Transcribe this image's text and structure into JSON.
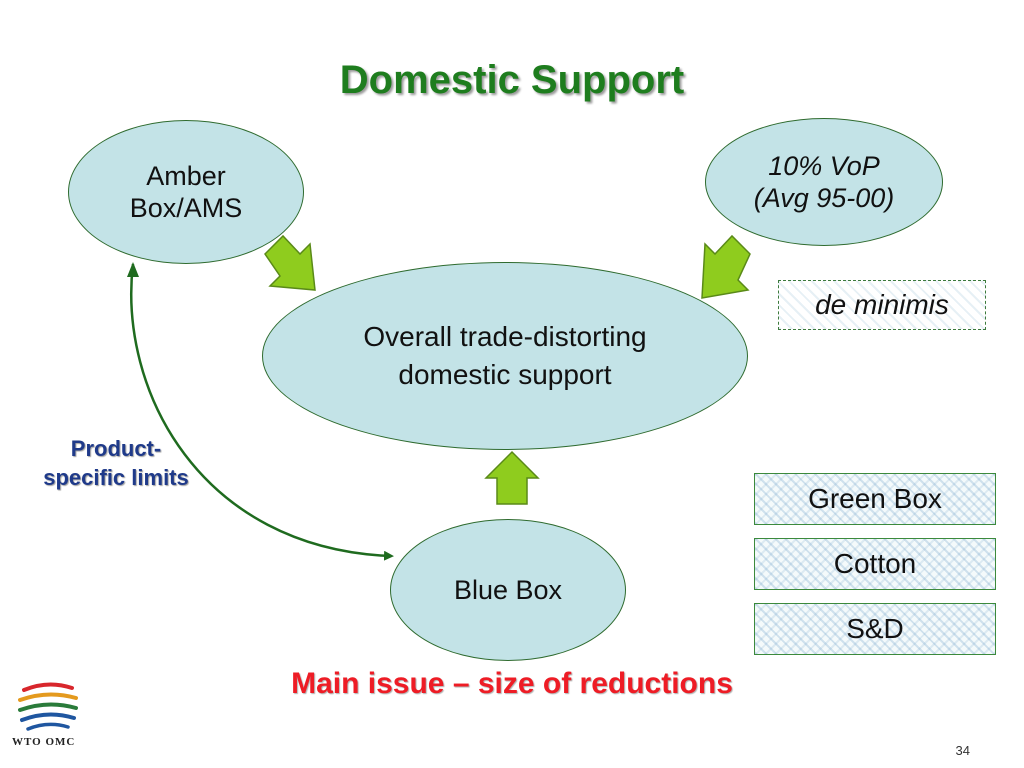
{
  "title": "Domestic Support",
  "nodes": {
    "amber": {
      "line1": "Amber",
      "line2": "Box/AMS"
    },
    "vop": {
      "line1": "10% VoP",
      "line2": "(Avg 95-00)"
    },
    "overall": {
      "line1": "Overall trade-distorting",
      "line2": "domestic support"
    },
    "blue": {
      "label": "Blue Box"
    }
  },
  "deminimis": "de minimis",
  "side_boxes": [
    "Green Box",
    "Cotton",
    "S&D"
  ],
  "product_limits": {
    "line1": "Product-",
    "line2": "specific limits"
  },
  "main_issue": "Main issue – size of reductions",
  "footer": {
    "logo_text": "WTO OMC",
    "page_number": "34"
  },
  "colors": {
    "title": "#1e7d1e",
    "ellipse_fill": "#c3e3e7",
    "arrow_fill": "#8fcc1e",
    "main_issue": "#ee1c25",
    "product_text": "#1f3a8a",
    "curve": "#1f6b1f"
  }
}
